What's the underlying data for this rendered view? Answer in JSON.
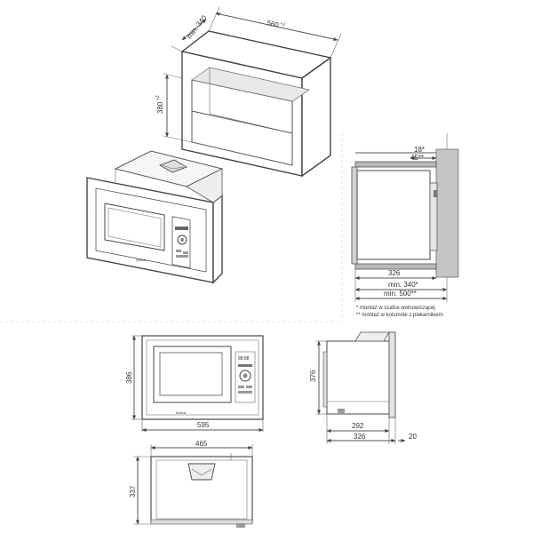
{
  "diagram": {
    "cabinet": {
      "depth_label": "min. 340",
      "width_label": "560",
      "width_sup": "+2",
      "height_label": "380",
      "height_sup": "+2"
    },
    "side_install": {
      "dim_top_1": "18*",
      "dim_top_2": "45**",
      "dim_depth": "326",
      "dim_min_1": "min. 340*",
      "dim_min_2": "min. 500**",
      "note_1": "*   montaż w szafce wolnowiszącej",
      "note_2": "**  montaż w kolumnie z piekarnikiem"
    },
    "front_view": {
      "width": "595",
      "height": "386",
      "brand": "Amica",
      "display": "88:88"
    },
    "side_view": {
      "height": "376",
      "depth_1": "292",
      "depth_2": "326",
      "frame": "20"
    },
    "top_view": {
      "width": "465",
      "height": "337"
    },
    "iso_view": {
      "brand": "Amica"
    }
  }
}
